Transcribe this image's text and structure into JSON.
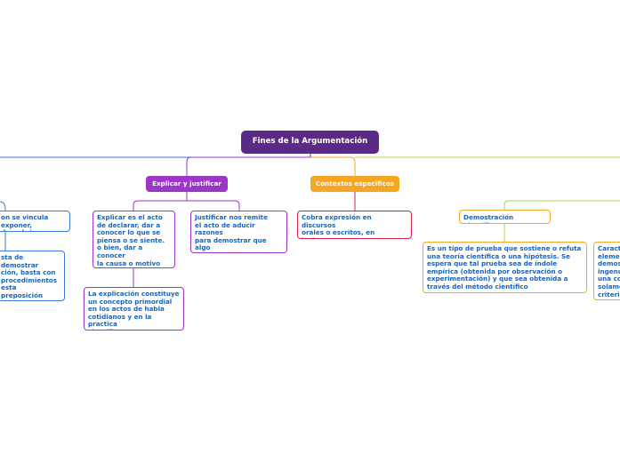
{
  "colors": {
    "root_bg": "#5b2a86",
    "purple_branch": "#9c36c7",
    "orange_branch": "#f5a623",
    "green_branch": "#a8d84f",
    "blue_branch": "#3a7bd5",
    "red_branch": "#d6204a",
    "node_text": "#1565c0"
  },
  "root": {
    "label": "Fines de la Argumentación"
  },
  "branches": {
    "explicar": {
      "label": "Explicar y justificar"
    },
    "contextos": {
      "label": "Contextos especificos"
    },
    "demostracion": {
      "label": "Demostración Científica"
    }
  },
  "nodes": {
    "left_top": "on se vincula\n exponer, descubrir.",
    "left_bottom": "sta de demostrar\nción, basta con\nprocedimientos\n esta preposición\n expresión de una\nativa.",
    "explicar_def": "Explicar es el acto\nde declarar, dar a\nconocer lo que se\npiensa o se siente.\no bien, dar a conocer\nla causa o motivo de\nalgo",
    "justificar_def": "Justificar nos remite\nel acto de aducir razones\npara demostrar que algo\nes censurable o que algo\nes verdadero o falso.",
    "explicacion_concepto": "La explicación constituye\nun concepto primordial\nen los actos de habla\ncotidianos y en la practica\ncientifica.",
    "contextos_def": "Cobra expresión en discursos\norales o escritos, en imágenes\ncon gestos, etc.",
    "prueba_def": "Es un tipo de prueba que sostiene o refuta\nuna teoría científica o una hipótesis. Se\nespera que tal prueba sea de índole\nempírica (obtenida por observación o\nexperimentación) y que sea obtenida a\ntravés del método científico",
    "caract_partial": "Caract\nelemen\ndemos\ningenu\nuna co\nsolame\ncriteri"
  }
}
